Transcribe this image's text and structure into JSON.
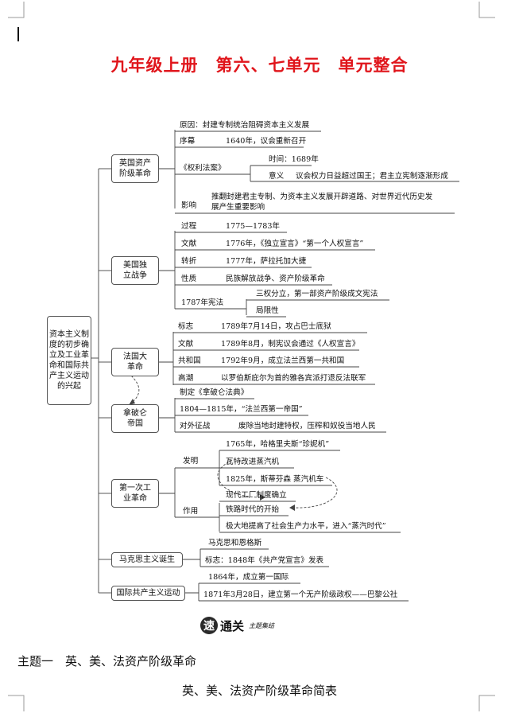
{
  "header": {
    "title": "九年级上册　第六、七单元　单元整合"
  },
  "mindmap": {
    "root": "资本主义制度的初步确立及工业革命和国际共产主义运动的兴起",
    "english": {
      "label": "英国资产阶级革命",
      "cause": "原因：封建专制统治阻碍资本主义发展",
      "prelude_label": "序幕",
      "prelude_text": "1640年，议会重新召开",
      "bill_label": "《权利法案》",
      "bill_time": "时间：1689年",
      "bill_meaning_label": "意义",
      "bill_meaning_text": "议会权力日益超过国王；君主立宪制逐渐形成",
      "impact_label": "影响",
      "impact_line1": "推翻封建君主专制、为资本主义发展开辟道路、对世界近代历史发",
      "impact_line2": "展产生重要影响"
    },
    "american": {
      "label": "美国独立战争",
      "process_label": "过程",
      "process_text": "1775—1783年",
      "doc_label": "文献",
      "doc_text": "1776年，《独立宣言》“第一个人权宣言”",
      "turn_label": "转折",
      "turn_text": "1777年，萨拉托加大捷",
      "nature_label": "性质",
      "nature_text": "民族解放战争、资产阶级革命",
      "const_label": "1787年宪法",
      "const_text1": "三权分立，第一部资产阶级成文宪法",
      "const_text2": "局限性"
    },
    "french": {
      "label": "法国大革命",
      "sign_label": "标志",
      "sign_text": "1789年7月14日，攻占巴士底狱",
      "doc_label": "文献",
      "doc_text": "1789年8月，制宪议会通过《人权宣言》",
      "rep_label": "共和国",
      "rep_text": "1792年9月，成立法兰西第一共和国",
      "climax_label": "高潮",
      "climax_text": "以罗伯斯庇尔为首的雅各宾派打退反法联军"
    },
    "napoleon": {
      "label": "拿破仑帝国",
      "code": "制定《拿破仑法典》",
      "empire": "1804—1815年，“法兰西第一帝国”",
      "war_label": "对外征战",
      "war_text": "废除当地封建特权，压榨和奴役当地人民"
    },
    "industrial": {
      "label": "第一次工业革命",
      "invent_label": "发明",
      "invent1": "1765年，哈格里夫斯“珍妮机”",
      "invent2": "瓦特改进蒸汽机",
      "invent3": "1825年，斯蒂芬森 蒸汽机车",
      "effect_label": "作用",
      "effect1": "现代工厂制度确立",
      "effect2": "铁路时代的开始",
      "effect3": "极大地提高了社会生产力水平，进入“蒸汽时代”"
    },
    "marxism": {
      "label": "马克思主义诞生",
      "founder": "马克思和恩格斯",
      "sign": "标志：1848年《共产党宣言》发表"
    },
    "communist": {
      "label": "国际共产主义运动",
      "item1": "1864年，成立第一国际",
      "item2": "1871年3月28日，建立第一个无产阶级政权——巴黎公社"
    }
  },
  "logo": {
    "icon_text": "速",
    "main": "通关",
    "sub": "主题集结"
  },
  "section": {
    "topic": "主题一　英、美、法资产阶级革命",
    "table_title": "英、美、法资产阶级革命简表"
  }
}
